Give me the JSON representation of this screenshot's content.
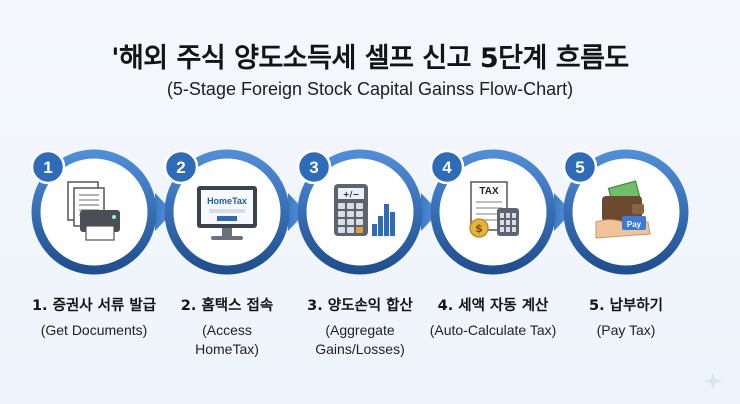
{
  "title": "'해외 주식 양도소득세 셀프 신고 5단계 흐름도",
  "subtitle": "(5-Stage Foreign Stock Capital Gainss Flow-Chart)",
  "steps": [
    {
      "number": "1",
      "label_ko": "1. 증권사 서류 발급",
      "label_en": "(Get Documents)",
      "icon": "document-printer-icon"
    },
    {
      "number": "2",
      "label_ko": "2. 홈택스 접속",
      "label_en": "(Access HomeTax)",
      "icon": "computer-monitor-icon",
      "screen_text": "HomeTax"
    },
    {
      "number": "3",
      "label_ko": "3. 양도손익 합산",
      "label_en": "(Aggregate Gains/Losses)",
      "icon": "calculator-chart-icon",
      "calc_text": "+/−"
    },
    {
      "number": "4",
      "label_ko": "4. 세액 자동 계산",
      "label_en": "(Auto-Calculate Tax)",
      "icon": "tax-form-icon",
      "form_text": "TAX"
    },
    {
      "number": "5",
      "label_ko": "5. 납부하기",
      "label_en": "(Pay Tax)",
      "icon": "wallet-pay-icon",
      "pay_text": "Pay"
    }
  ],
  "colors": {
    "ring_dark": "#1f4f8f",
    "ring_light": "#4f8dd8",
    "badge": "#2e6bb8",
    "arrow": "#3f7ed0"
  }
}
